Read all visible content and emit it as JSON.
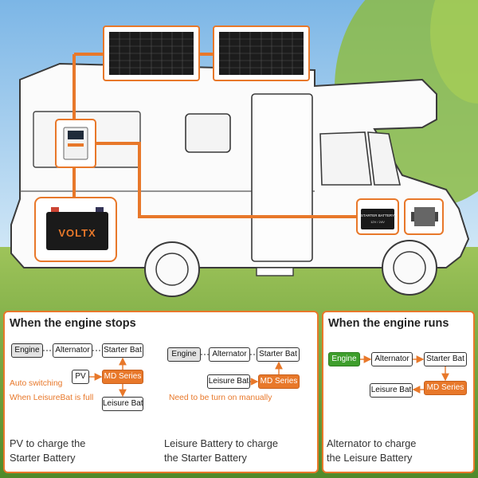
{
  "illustration": {
    "brand_logo": "VOLTX",
    "starter_battery_label": "STARTER BATTERY",
    "starter_battery_sublabel": "12V / 24V"
  },
  "panels": {
    "engine_stops": {
      "title": "When the engine stops",
      "diagram_a": {
        "engine": "Engine",
        "alternator": "Alternator",
        "starter_bat": "Starter Bat",
        "pv": "PV",
        "md_series": "MD Series",
        "leisure_bat": "Leisure Bat",
        "note_line1": "Auto switching",
        "note_line2": "When LeisureBat is full",
        "caption_line1": "PV to charge the",
        "caption_line2": "Starter Battery"
      },
      "diagram_b": {
        "engine": "Engine",
        "alternator": "Alternator",
        "starter_bat": "Starter Bat",
        "leisure_bat": "Leisure Bat",
        "md_series": "MD Series",
        "note": "Need to be turn on manually",
        "caption_line1": "Leisure Battery to charge",
        "caption_line2": "the Starter Battery"
      }
    },
    "engine_runs": {
      "title": "When the engine runs",
      "engine": "Engine",
      "alternator": "Alternator",
      "starter_bat": "Starter Bat",
      "md_series": "MD Series",
      "leisure_bat": "Leisure Bat",
      "caption_line1": "Alternator to charge",
      "caption_line2": "the Leisure Battery"
    }
  },
  "colors": {
    "accent_orange": "#e8782a",
    "engine_green": "#3e9e2c",
    "sky": "#8fc3ea",
    "grass": "#7fb04a"
  }
}
